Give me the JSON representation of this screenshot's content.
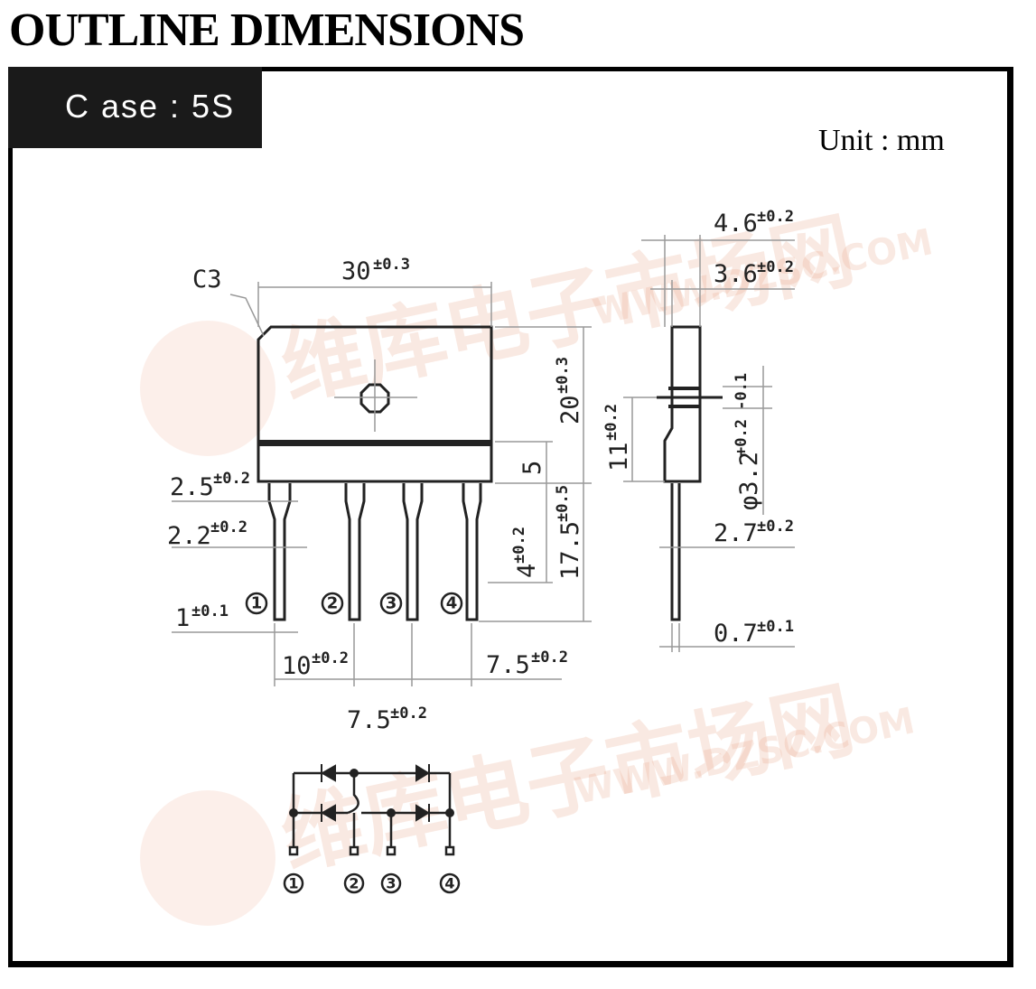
{
  "title": "OUTLINE DIMENSIONS",
  "case_label": "C ase  : 5S",
  "unit_label": "Unit : mm",
  "watermark": {
    "chars": "维库电子市场网",
    "site": "WWW.DZSC.COM"
  },
  "front_view": {
    "chamfer_label": "C3",
    "width": {
      "value": "30",
      "tol": "±0.3"
    },
    "body_height": {
      "value": "20",
      "tol": "±0.3"
    },
    "band_height": {
      "value": "5"
    },
    "lead_length": {
      "value": "17.5",
      "tol": "±0.5"
    },
    "lead_shoulder": {
      "value": "4",
      "tol": "±0.2"
    },
    "lead_width_top": {
      "value": "2.5",
      "tol": "±0.2"
    },
    "lead_width_mid": {
      "value": "2.2",
      "tol": "±0.2"
    },
    "lead_width_tip": {
      "value": "1",
      "tol": "±0.1"
    },
    "pitch_first": {
      "value": "10",
      "tol": "±0.2"
    },
    "pitch_last": {
      "value": "7.5",
      "tol": "±0.2"
    },
    "pitch_middle": {
      "value": "7.5",
      "tol": "±0.2"
    },
    "pins": [
      "1",
      "2",
      "3",
      "4"
    ]
  },
  "side_view": {
    "total_thickness": {
      "value": "4.6",
      "tol": "±0.2"
    },
    "body_thickness": {
      "value": "3.6",
      "tol": "±0.2"
    },
    "hole_height": {
      "value": "11",
      "tol": "±0.2"
    },
    "hole_diameter": {
      "value": "φ3.2",
      "tol": "+0.2 -0.1"
    },
    "lead_shoulder": {
      "value": "2.7",
      "tol": "±0.2"
    },
    "lead_thickness": {
      "value": "0.7",
      "tol": "±0.1"
    }
  },
  "schematic": {
    "pins": [
      "1",
      "2",
      "3",
      "4"
    ]
  }
}
